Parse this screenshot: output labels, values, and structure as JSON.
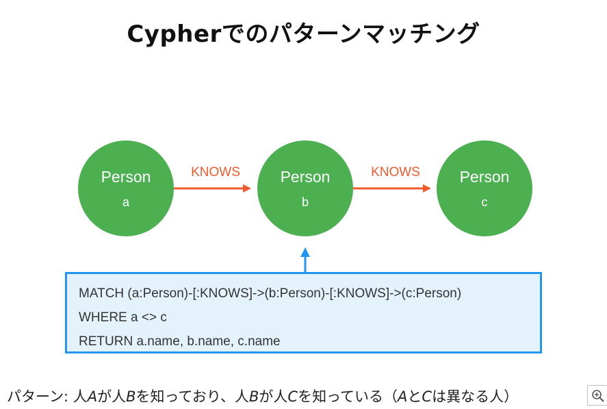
{
  "title": "Cypherでのパターンマッチング",
  "nodes": [
    {
      "type": "Person",
      "var": "a"
    },
    {
      "type": "Person",
      "var": "b"
    },
    {
      "type": "Person",
      "var": "c"
    }
  ],
  "relationships": [
    {
      "label": "KNOWS"
    },
    {
      "label": "KNOWS"
    }
  ],
  "query": {
    "lines": [
      "MATCH (a:Person)-[:KNOWS]->(b:Person)-[:KNOWS]->(c:Person)",
      "WHERE a <> c",
      "RETURN a.name, b.name, c.name"
    ]
  },
  "caption": {
    "prefix": "パターン: ",
    "person1": "人",
    "A1": "A",
    "ga1": "が",
    "person2": "人",
    "B1": "B",
    "knows1": "を知っており、",
    "person3": "人",
    "B2": "B",
    "ga2": "が",
    "person4": "人",
    "C1": "C",
    "knows2": "を知っている（",
    "A2": "A",
    "to": "と",
    "C2": "C",
    "rest": "は異なる人）"
  },
  "colors": {
    "node_fill": "#4caf50",
    "relationship": "#f15a2b",
    "query_border": "#2196f3",
    "query_bg": "#e4f2fc"
  },
  "icons": {
    "zoom": "zoom-in-icon"
  }
}
